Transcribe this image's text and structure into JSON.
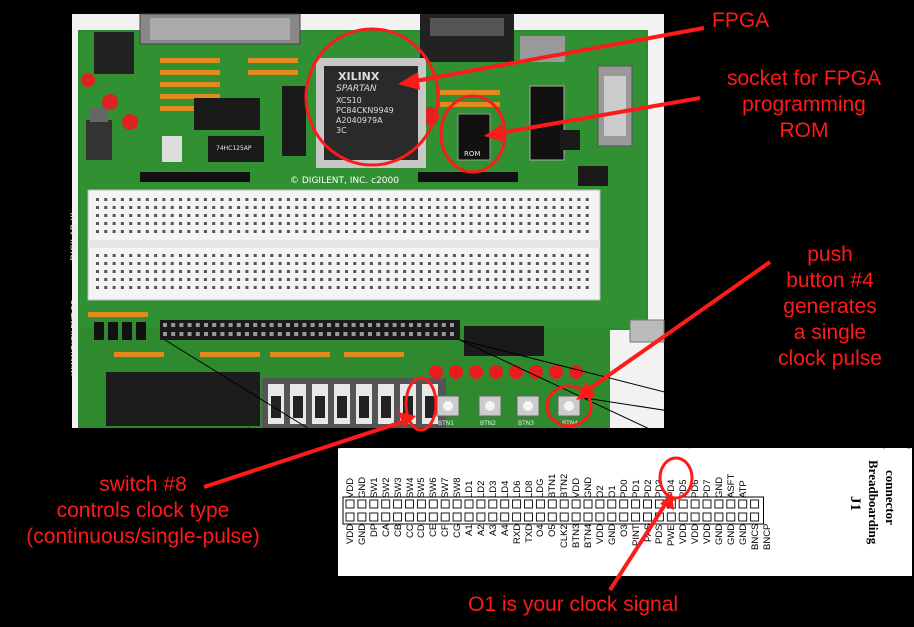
{
  "labels": {
    "fpga": "FPGA",
    "socket": [
      "socket for FPGA",
      "programming",
      "ROM"
    ],
    "pushbutton": [
      "push",
      "button #4",
      "generates",
      "a single",
      "clock pulse"
    ],
    "switch": [
      "switch #8",
      "controls clock type",
      "(continuous/single-pulse)"
    ],
    "o1": "O1 is your clock signal"
  },
  "board": {
    "chip_brand": "XILINX",
    "chip_family": "SPARTAN",
    "chip_part": "XCS10",
    "chip_pkg": "PC84CKN9949",
    "chip_lot": "A2040979A",
    "chip_grade": "3C",
    "maker": "© DIGILENT, INC. c2000",
    "side_name": "DIGILAB XL",
    "side_url": "WWW.DIGILENT.CC",
    "small_chip": "74HC125AP",
    "rom_label": "ROM",
    "buttons": [
      "BTN1",
      "BTN2",
      "BTN3",
      "BTN4"
    ]
  },
  "connector": {
    "title": "J1",
    "subtitle": "Breadboarding",
    "subtitle2": "connector",
    "top_pins": [
      "VDD",
      "GND",
      "SW1",
      "SW2",
      "SW3",
      "SW4",
      "SW5",
      "SW6",
      "SW7",
      "SW8",
      "LD1",
      "LD2",
      "LD3",
      "LD4",
      "LD6",
      "LD8",
      "LDG",
      "BTN1",
      "BTN2",
      "VDD",
      "GND",
      "O2",
      "O1",
      "PD0",
      "PD1",
      "PD2",
      "PD3",
      "PD4",
      "PD5",
      "PD6",
      "PD7",
      "GND",
      "ASFT",
      "ATP"
    ],
    "bottom_pins": [
      "VDD",
      "GND",
      "DP",
      "CA",
      "CB",
      "CC",
      "CD",
      "CE",
      "CF",
      "CG",
      "A1",
      "A2",
      "A3",
      "A4",
      "RXD",
      "TXD",
      "O4",
      "O5",
      "CLK2",
      "BTN3",
      "BTN4",
      "VDD",
      "GND",
      "O3",
      "PINT",
      "PAS",
      "PDS",
      "PWE",
      "VDD",
      "VDD",
      "VDD",
      "GND",
      "GND",
      "GND",
      "BNCS",
      "BNCP"
    ]
  },
  "colors": {
    "accent": "#ff1a1a",
    "pcb": "#2f8a2f",
    "background": "#000000"
  }
}
